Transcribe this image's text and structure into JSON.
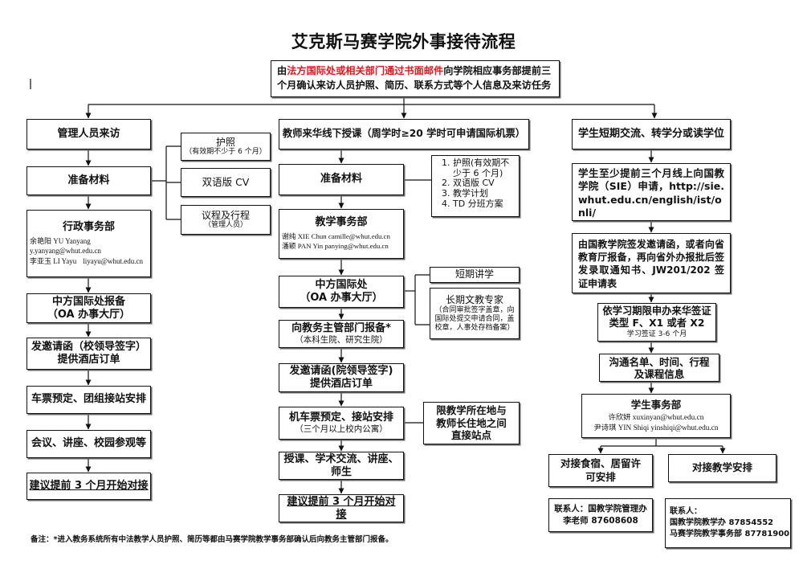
{
  "title": "艾克斯马赛学院外事接待流程",
  "intro": {
    "prefix": "由",
    "highlight": "法方国际处或相关部门通过书面邮件",
    "rest": "向学院相应事务部提前三个月确认来访人员护照、简历、联系方式等个人信息及来访任务"
  },
  "colors": {
    "highlight": "#e8141b",
    "border": "#111111"
  },
  "management": {
    "header": "管理人员来访",
    "materials": "准备材料",
    "materials_items": [
      {
        "label": "护照",
        "note": "（有效期不少于 6 个月）"
      },
      {
        "label": "双语版 CV"
      },
      {
        "label": "议程及行程",
        "note": "（管理人员）"
      }
    ],
    "office": {
      "name": "行政事务部",
      "contact_1_name": "余艳阳 YU Yanyang",
      "contact_1_email": "y.yanyang@whut.edu.cn",
      "contact_2_name": "李亚玉 LI Yayu",
      "contact_2_email": "liyayu@whut.edu.cn"
    },
    "steps": [
      {
        "line1": "中方国际处报备",
        "line2": "（OA 办事大厅）"
      },
      {
        "line1": "发邀请函（校领导签字）",
        "line2": "提供酒店订单"
      },
      {
        "line1": "车票预定、团组接站安排"
      },
      {
        "line1": "会议、讲座、校园参观等"
      },
      {
        "line1": "建议提前 3 个月开始对接"
      }
    ]
  },
  "teachers": {
    "header": "教师来华线下授课（周学时≥20 学时可申请国际机票）",
    "materials": "准备材料",
    "materials_items": [
      "护照(有效期不少于 6 个月)",
      "双语版 CV",
      "教学计划",
      "TD 分班方案"
    ],
    "office": {
      "name": "教学事务部",
      "contacts": [
        "谢纯  XIE Chun camille@whut.edu.cn",
        "潘颖  PAN Yin panying@whut.edu.cn"
      ]
    },
    "intl_office": {
      "line1": "中方国际处",
      "line2": "（OA 办事大厅）"
    },
    "expert_types": [
      {
        "label": "短期讲学"
      },
      {
        "label": "长期文教专家",
        "note": "（合同审批签字盖章，向国际处提交申请合同，盖校章，人事处存档备案）"
      }
    ],
    "steps": [
      {
        "line1": "向教务主管部门报备*",
        "line2": "（本科生院、研究生院）"
      },
      {
        "line1": "发邀请函(院领导签字)",
        "line2": "提供酒店订单"
      },
      {
        "line1": "机车票预定、接站安排",
        "line2": "（三个月以上校内公寓）"
      },
      {
        "line1": "授课、学术交流、讲座、师生"
      },
      {
        "line1": "建议提前 3 个月开始对接"
      }
    ],
    "pickup_note": "限教学所在地与教师长住地之间直接站点"
  },
  "students": {
    "header": "学生短期交流、转学分或读学位",
    "apply": "学生至少提前三个月线上向国教学院（SIE）申请，http://sie.whut.edu.cn/english/ist/onli/",
    "invitation": "由国教学院签发邀请函，或者向省教育厅报备，再向省外办报批后签发录取通知书、JW201/202 签证申请表",
    "visa": {
      "line1": "依学习期限申办来华签证类型 F、X1 或者 X2",
      "note": "学习签证 3-6 个月"
    },
    "communicate": "沟通名单、时间、行程及课程信息",
    "office": {
      "name": "学生事务部",
      "contacts": [
        "许欣妍 xuxinyan@whut.edu.cn",
        "尹诗琪  YIN Shiqi yinshiqi@whut.edu.cn"
      ]
    },
    "branches": [
      "对接食宿、居留许可安排",
      "对接教学安排"
    ],
    "contact_boxes": [
      {
        "lines": [
          "联系人：国教学院管理办",
          "李老师 87608608"
        ]
      },
      {
        "lines": [
          "联系人：",
          "国教学院教学办 87854552",
          "马赛学院教学事务部 87781900"
        ]
      }
    ]
  },
  "footnote": "备注：*进入教务系统所有中法教学人员护照、简历等都由马赛学院教学事务部确认后向教务主管部门报备。"
}
